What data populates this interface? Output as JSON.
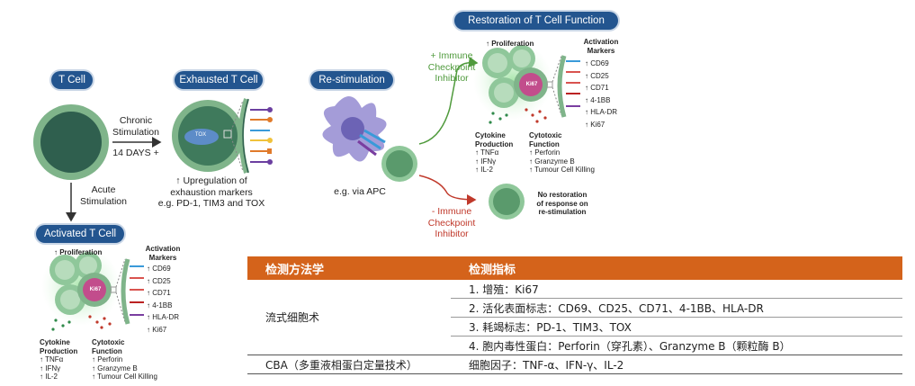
{
  "labels": {
    "t_cell": "T Cell",
    "exhausted": "Exhausted T Cell",
    "restim": "Re-stimulation",
    "restoration": "Restoration of T Cell Function",
    "activated": "Activated T Cell",
    "chronic_1": "Chronic",
    "chronic_2": "Stimulation",
    "days": "14 DAYS +",
    "acute_1": "Acute",
    "acute_2": "Stimulation",
    "upreg_1": "↑ Upregulation of",
    "upreg_2": "exhaustion markers",
    "upreg_3": "e.g. PD-1, TIM3 and TOX",
    "via_apc": "e.g. via APC",
    "plus_1": "+ Immune",
    "plus_2": "Checkpoint",
    "plus_3": "Inhibitor",
    "minus_1": "- Immune",
    "minus_2": "Checkpoint",
    "minus_3": "Inhibitor",
    "no_rest_1": "No restoration",
    "no_rest_2": "of response on",
    "no_rest_3": "re-stimulation",
    "tox": "TOX",
    "ki67": "Ki67"
  },
  "restored": {
    "proliferation": "↑ Proliferation",
    "markers_title_1": "Activation",
    "markers_title_2": "Markers",
    "markers": [
      "↑ CD69",
      "↑ CD25",
      "↑ CD71",
      "↑ 4-1BB",
      "↑ HLA-DR",
      "↑ Ki67"
    ],
    "cyto_title_1": "Cytokine",
    "cyto_title_2": "Production",
    "cytokines": [
      "↑ TNFα",
      "↑ IFNγ",
      "↑ IL-2"
    ],
    "cytotox_title_1": "Cytotoxic",
    "cytotox_title_2": "Function",
    "cytotox": [
      "↑ Perforin",
      "↑ Granzyme B",
      "↑ Tumour Cell Killing"
    ]
  },
  "activated": {
    "proliferation": "↑ Proliferation",
    "markers_title_1": "Activation",
    "markers_title_2": "Markers",
    "markers": [
      "↑ CD69",
      "↑ CD25",
      "↑ CD71",
      "↑ 4-1BB",
      "↑ HLA-DR",
      "↑ Ki67"
    ],
    "cyto_title_1": "Cytokine",
    "cyto_title_2": "Production",
    "cytokines": [
      "↑ TNFα",
      "↑ IFNγ",
      "↑ IL-2"
    ],
    "cytotox_title_1": "Cytotoxic",
    "cytotox_title_2": "Function",
    "cytotox": [
      "↑ Perforin",
      "↑ Granzyme B",
      "↑ Tumour Cell Killing"
    ]
  },
  "table": {
    "header_method": "检测方法学",
    "header_index": "检测指标",
    "flow": "流式细胞术",
    "flow_rows": [
      "1. 增殖：Ki67",
      "2. 活化表面标志：CD69、CD25、CD71、4-1BB、HLA-DR",
      "3. 耗竭标志：PD-1、TIM3、TOX",
      "4. 胞内毒性蛋白：Perforin（穿孔素）、Granzyme B（颗粒酶 B）"
    ],
    "cba": "CBA（多重液相蛋白定量技术）",
    "cba_row": "细胞因子：TNF-α、IFN-γ、IL-2"
  },
  "colors": {
    "pill": "#23558f",
    "table_header": "#d4631b",
    "green_arrow": "#4f9a3c",
    "red_arrow": "#c0392b",
    "cell_dark": "#2f5f4e",
    "cell_light": "#8fc79a",
    "apc": "#a49cd8"
  },
  "chart_data": {
    "type": "table",
    "columns": [
      "检测方法学",
      "检测指标"
    ],
    "rows": [
      [
        "流式细胞术",
        "1. 增殖：Ki67"
      ],
      [
        "流式细胞术",
        "2. 活化表面标志：CD69、CD25、CD71、4-1BB、HLA-DR"
      ],
      [
        "流式细胞术",
        "3. 耗竭标志：PD-1、TIM3、TOX"
      ],
      [
        "流式细胞术",
        "4. 胞内毒性蛋白：Perforin（穿孔素）、Granzyme B（颗粒酶 B）"
      ],
      [
        "CBA（多重液相蛋白定量技术）",
        "细胞因子：TNF-α、IFN-γ、IL-2"
      ]
    ]
  }
}
